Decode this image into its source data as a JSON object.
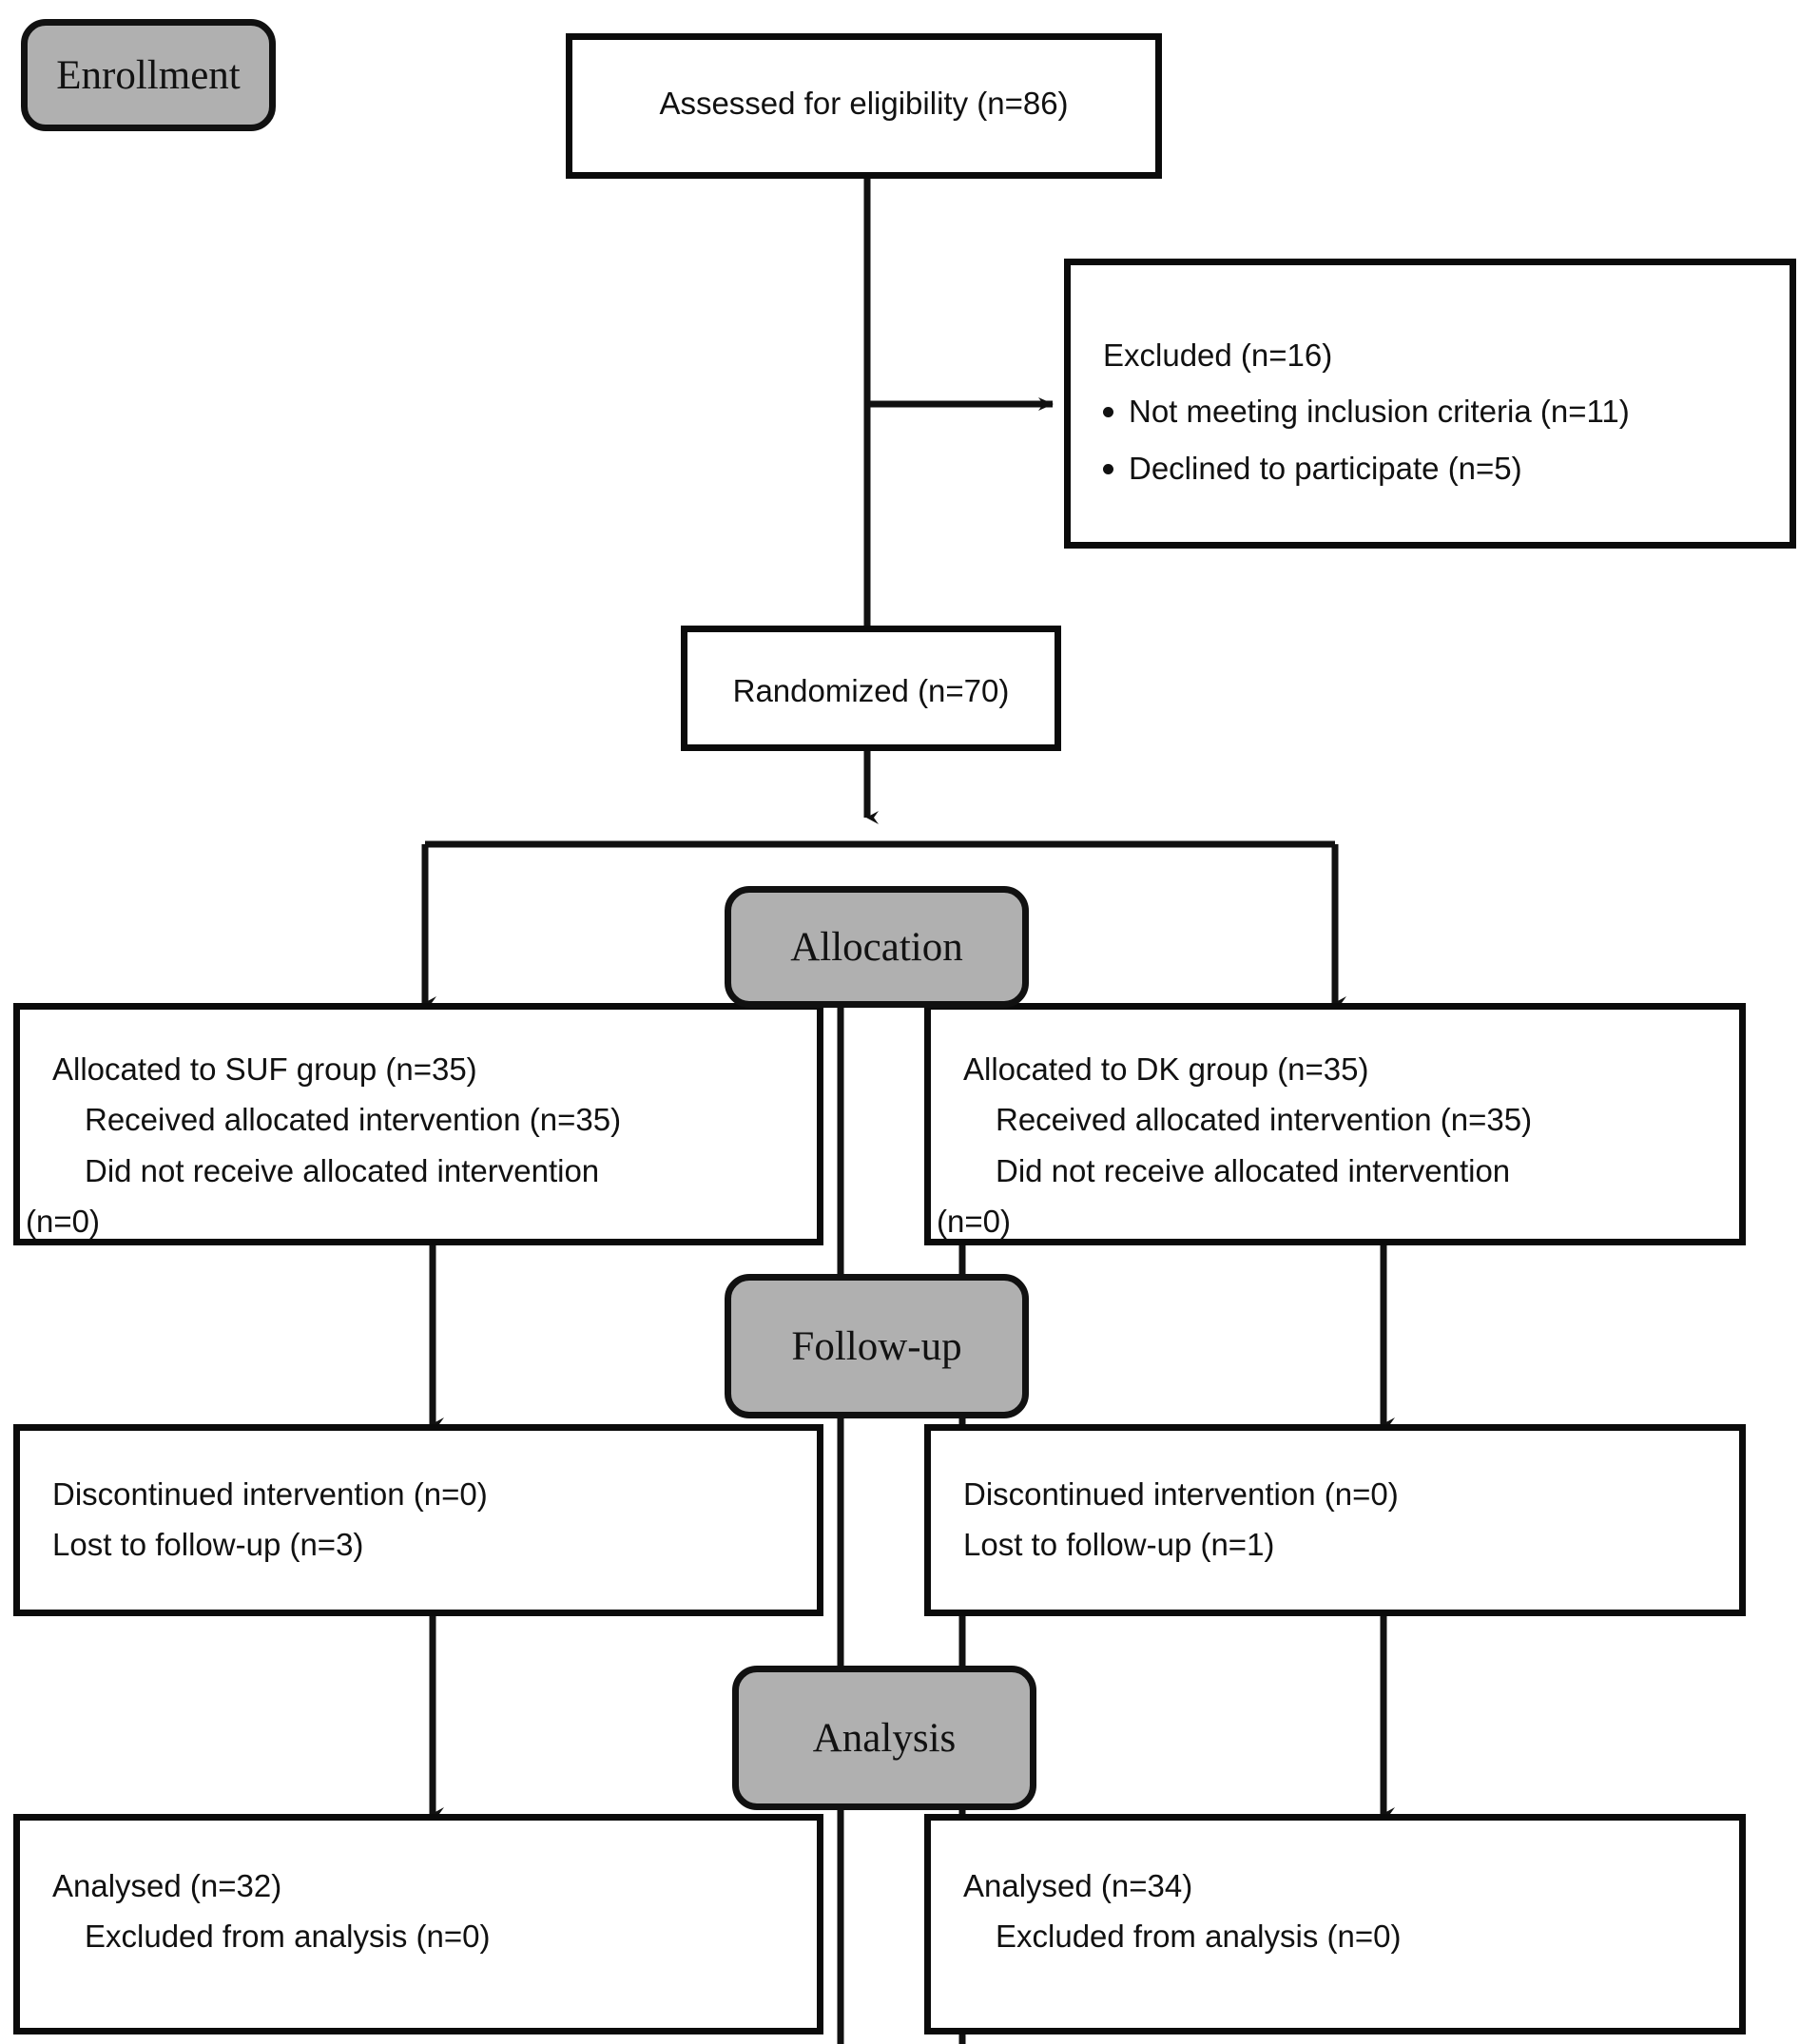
{
  "diagram": {
    "title": "CONSORT participant flow diagram",
    "colors": {
      "stage_fill": "#b0b0b0",
      "box_fill": "#ffffff",
      "stroke": "#111111"
    },
    "stages": [
      {
        "id": "enrollment",
        "label": "Enrollment"
      },
      {
        "id": "allocation",
        "label": "Allocation"
      },
      {
        "id": "followup",
        "label": "Follow-up"
      },
      {
        "id": "analysis",
        "label": "Analysis"
      }
    ],
    "nodes": {
      "assessed": {
        "text": "Assessed for eligibility (n=86)"
      },
      "excluded": {
        "heading": "Excluded (n=16)",
        "items": [
          "Not meeting inclusion criteria (n=11)",
          "Declined to participate (n=5)"
        ]
      },
      "randomized": {
        "text": "Randomized (n=70)"
      },
      "alloc_left": {
        "line1": "Allocated to SUF group (n=35)",
        "line2": "Received allocated intervention (n=35)",
        "line3": "Did not receive allocated intervention",
        "line4": "(n=0)"
      },
      "alloc_right": {
        "line1": "Allocated to DK group (n=35)",
        "line2": "Received allocated intervention (n=35)",
        "line3": "Did not receive allocated intervention",
        "line4": "(n=0)"
      },
      "followup_left": {
        "line1": "Discontinued intervention (n=0)",
        "line2": "Lost to follow-up (n=3)"
      },
      "followup_right": {
        "line1": "Discontinued intervention (n=0)",
        "line2": "Lost to follow-up (n=1)"
      },
      "analysis_left": {
        "line1": "Analysed (n=32)",
        "line2": "Excluded from analysis (n=0)"
      },
      "analysis_right": {
        "line1": "Analysed (n=34)",
        "line2": "Excluded from analysis (n=0)"
      }
    }
  }
}
